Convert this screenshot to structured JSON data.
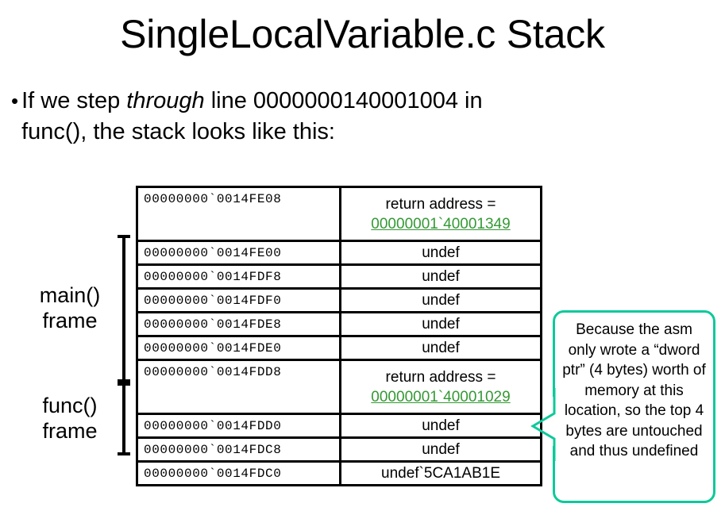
{
  "slide": {
    "title": "SingleLocalVariable.c Stack",
    "bullet": {
      "dot": "•",
      "part1": "If we step ",
      "emphasis": "through",
      "part2": " line 0000000140001004 in func(), the stack looks like this:"
    }
  },
  "frames": [
    {
      "label_line1": "main()",
      "label_line2": "frame"
    },
    {
      "label_line1": "func()",
      "label_line2": "frame"
    }
  ],
  "stack": {
    "rows": [
      {
        "address": "00000000`0014FE08",
        "kind": "return",
        "label": "return address =",
        "link": "00000001`40001349"
      },
      {
        "address": "00000000`0014FE00",
        "kind": "undef",
        "value": "undef"
      },
      {
        "address": "00000000`0014FDF8",
        "kind": "undef",
        "value": "undef"
      },
      {
        "address": "00000000`0014FDF0",
        "kind": "undef",
        "value": "undef"
      },
      {
        "address": "00000000`0014FDE8",
        "kind": "undef",
        "value": "undef"
      },
      {
        "address": "00000000`0014FDE0",
        "kind": "undef",
        "value": "undef"
      },
      {
        "address": "00000000`0014FDD8",
        "kind": "return",
        "label": "return address =",
        "link": "00000001`40001029"
      },
      {
        "address": "00000000`0014FDD0",
        "kind": "undef",
        "value": "undef"
      },
      {
        "address": "00000000`0014FDC8",
        "kind": "undef",
        "value": "undef"
      },
      {
        "address": "00000000`0014FDC0",
        "kind": "green",
        "value": "undef`5CA1AB1E"
      }
    ]
  },
  "callout": {
    "text": "Because the asm only wrote a “dword ptr” (4 bytes) worth of memory at this location, so the top 4 bytes are untouched and thus undefined"
  },
  "colors": {
    "return_cell_bg": "#ffff00",
    "return_link": "#339933",
    "green_cell": "#41cc41",
    "callout_border": "#0dc99a",
    "text": "#000000"
  }
}
